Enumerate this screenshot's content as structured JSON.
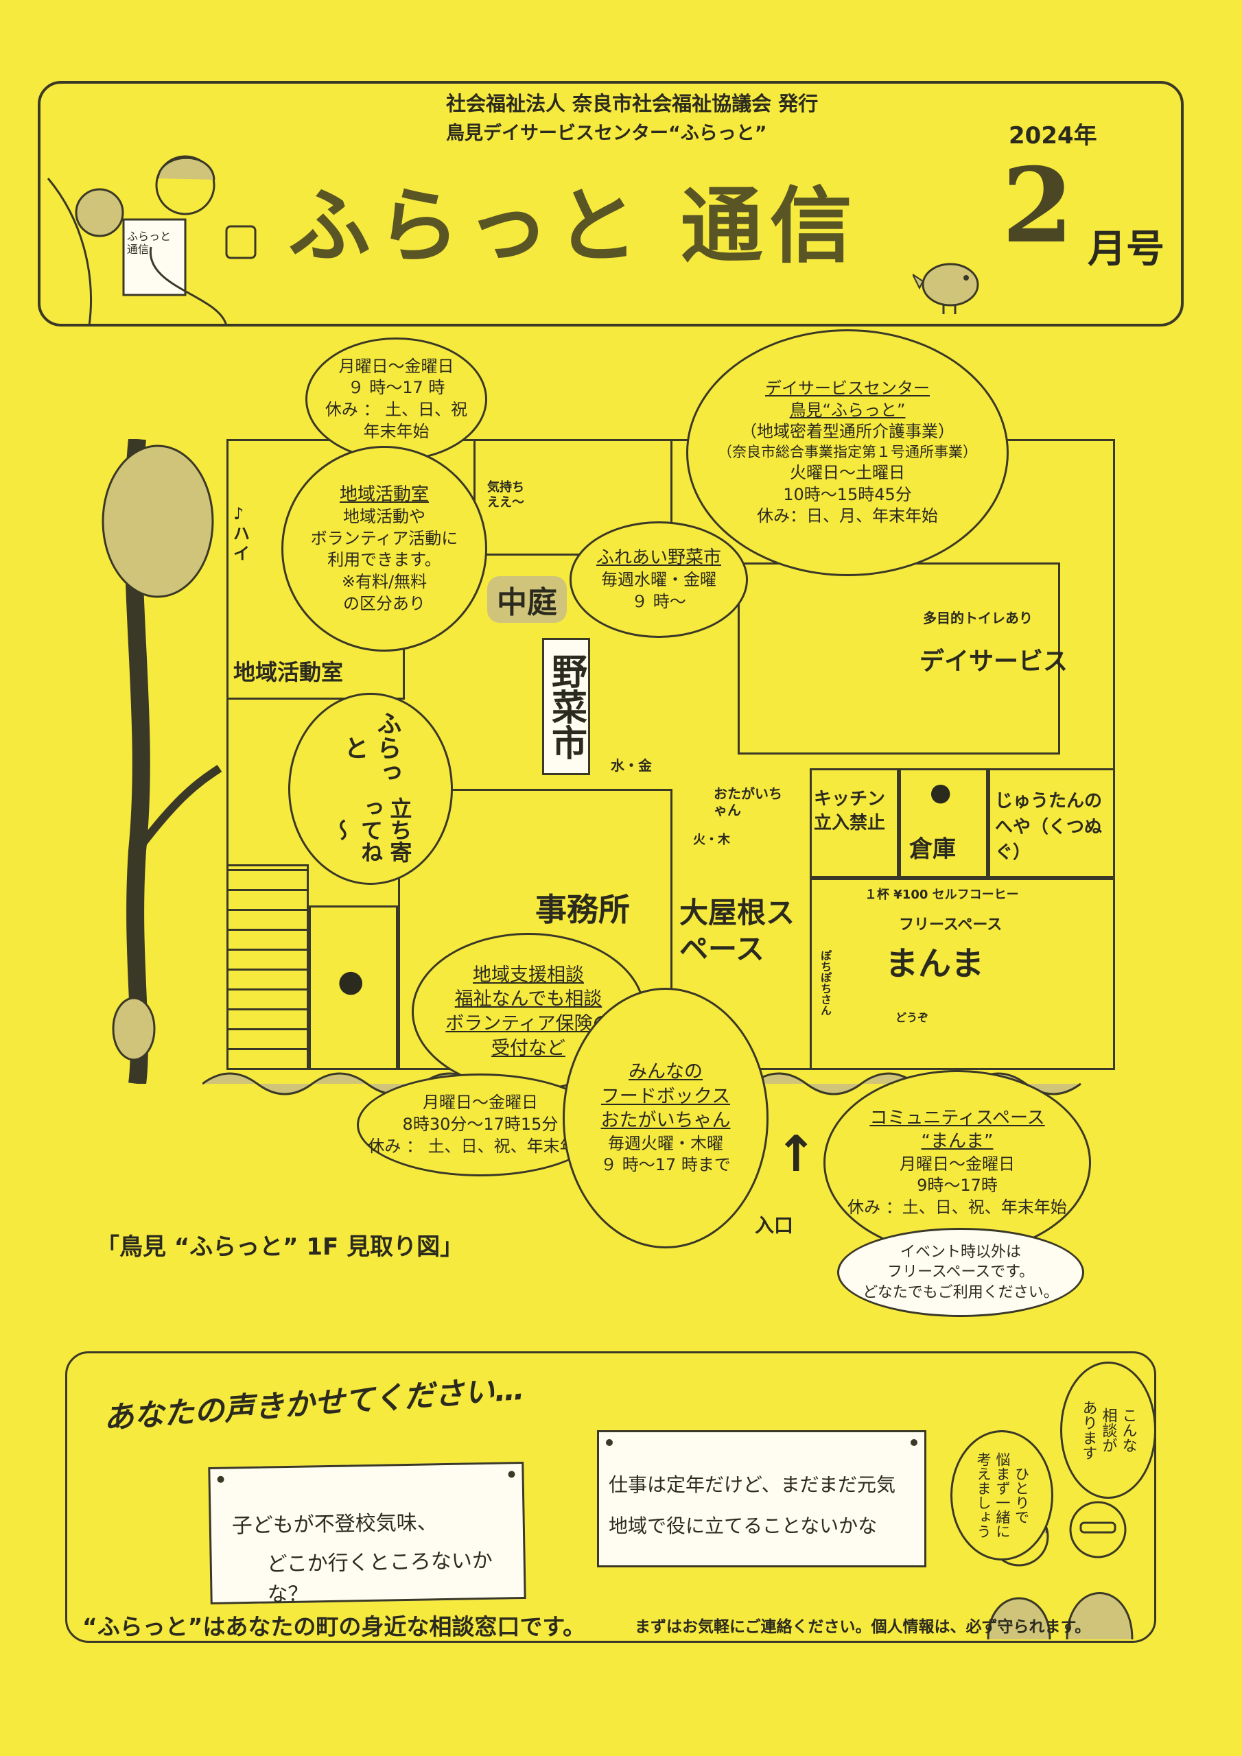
{
  "header": {
    "publisher": "社会福祉法人 奈良市社会福祉協議会 発行",
    "center_name": "鳥見デイサービスセンター“ふらっと”",
    "year": "2024年",
    "title": "ふらっと 通信",
    "month": "2",
    "month_suffix": "月号",
    "doodle_text": "ふらっと通信"
  },
  "bubbles": {
    "hours_top": [
      "月曜日～金曜日",
      "９ 時～17 時",
      "休み ： 土、日、祝",
      "年末年始"
    ],
    "day_service": [
      "デイサービスセンター",
      "鳥見“ふらっと”",
      "（地域密着型通所介護事業）",
      "（奈良市総合事業指定第１号通所事業）",
      "火曜日～土曜日",
      "10時～15時45分",
      "休み：日、月、年末年始"
    ],
    "community_room": [
      "地域活動室",
      "地域活動や",
      "ボランティア活動に",
      "利用できます。",
      "※有料/無料",
      "の区分あり"
    ],
    "vegetable_market": [
      "ふれあい野菜市",
      "毎週水曜・金曜",
      "９ 時～"
    ],
    "drop_by": [
      "ふらっと",
      "立ち寄ってね～"
    ],
    "consultation": [
      "地域支援相談",
      "福祉なんでも相談",
      "ボランティア保険の",
      "受付など"
    ],
    "office_hours": [
      "月曜日～金曜日",
      "8時30分～17時15分",
      "休み ： 土、日、祝、年末年始"
    ],
    "food_box": [
      "みんなの",
      "フードボックス",
      "おたがいちゃん",
      "毎週火曜・木曜",
      "９ 時～17 時まで"
    ],
    "community_space": [
      "コミュニティスペース",
      "“まんま”",
      "月曜日～金曜日",
      "9時～17時",
      "休み ：土、日、祝、年末年始"
    ],
    "free_space": [
      "イベント時以外は",
      "フリースペースです。",
      "どなたでもご利用ください。"
    ]
  },
  "map": {
    "room_community": "地域活動室",
    "courtyard": "中庭",
    "vegetable_banner": "野菜市",
    "wed_fri": "水・金",
    "day_service_label": "デイサービス",
    "toilet_note": "多目的トイレあり",
    "bath_label": "気持ちええ～",
    "otagai": "おたがいちゃん",
    "tue_thu": "火・木",
    "kitchen": "キッチン立入禁止",
    "storage": "倉庫",
    "carpet_room": "じゅうたんのへや（くつぬぐ）",
    "coffee": "１杯 ¥100 セルフコーヒー",
    "free_space_label": "フリースペース",
    "manma": "まんま",
    "office": "事務所",
    "big_roof": "大屋根スペース",
    "entrance": "入口",
    "caption": "「鳥見 “ふらっと” 1F 見取り図」",
    "music": "♪ ハイ",
    "pochi": "ぽちぽちさん",
    "douzo": "どうぞ"
  },
  "voices": {
    "heading": "あなたの声きかせてください…",
    "note1": [
      "子どもが不登校気味、",
      "どこか行くところないかな？"
    ],
    "note2": [
      "仕事は定年だけど、まだまだ元気",
      "地域で役に立てることないかな"
    ],
    "staff_bubble1": [
      "こんな",
      "相談が",
      "あります"
    ],
    "staff_bubble2": [
      "ひとりで",
      "悩まず一緒に",
      "考えましょう"
    ]
  },
  "footer": {
    "main": "“ふらっと”はあなたの町の身近な相談窓口です。",
    "sub": "まずはお気軽にご連絡ください。個人情報は、必ず守られます。"
  }
}
